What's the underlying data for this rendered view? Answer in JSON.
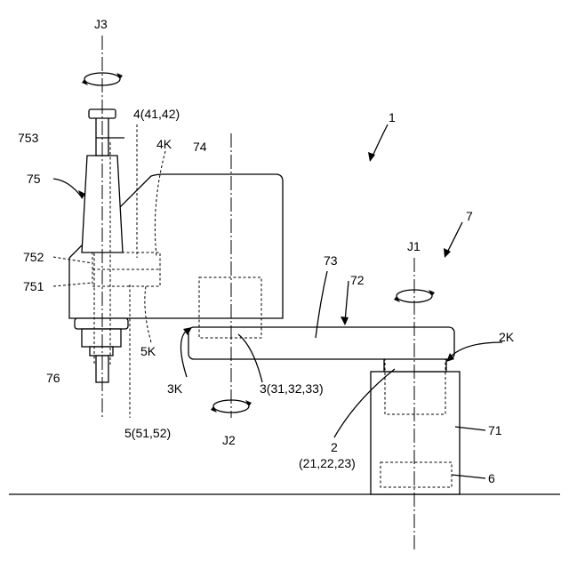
{
  "labels": {
    "robot": "1",
    "drive_j1": "2",
    "drive_j1_parts": "(21,22,23)",
    "key_2k": "2K",
    "drive_j2": "3(31,32,33)",
    "key_3k": "3K",
    "drive_j3": "4(41,42)",
    "key_4k": "4K",
    "drive_rot": "5(51,52)",
    "key_5k": "5K",
    "controller": "6",
    "base_assembly": "7",
    "base": "71",
    "arm": "72",
    "arm_top": "73",
    "head": "74",
    "shaft_housing": "75",
    "lower_bearing": "751",
    "upper_bearing": "752",
    "shaft": "753",
    "tool_end": "76",
    "axis_j1": "J1",
    "axis_j2": "J2",
    "axis_j3": "J3"
  }
}
